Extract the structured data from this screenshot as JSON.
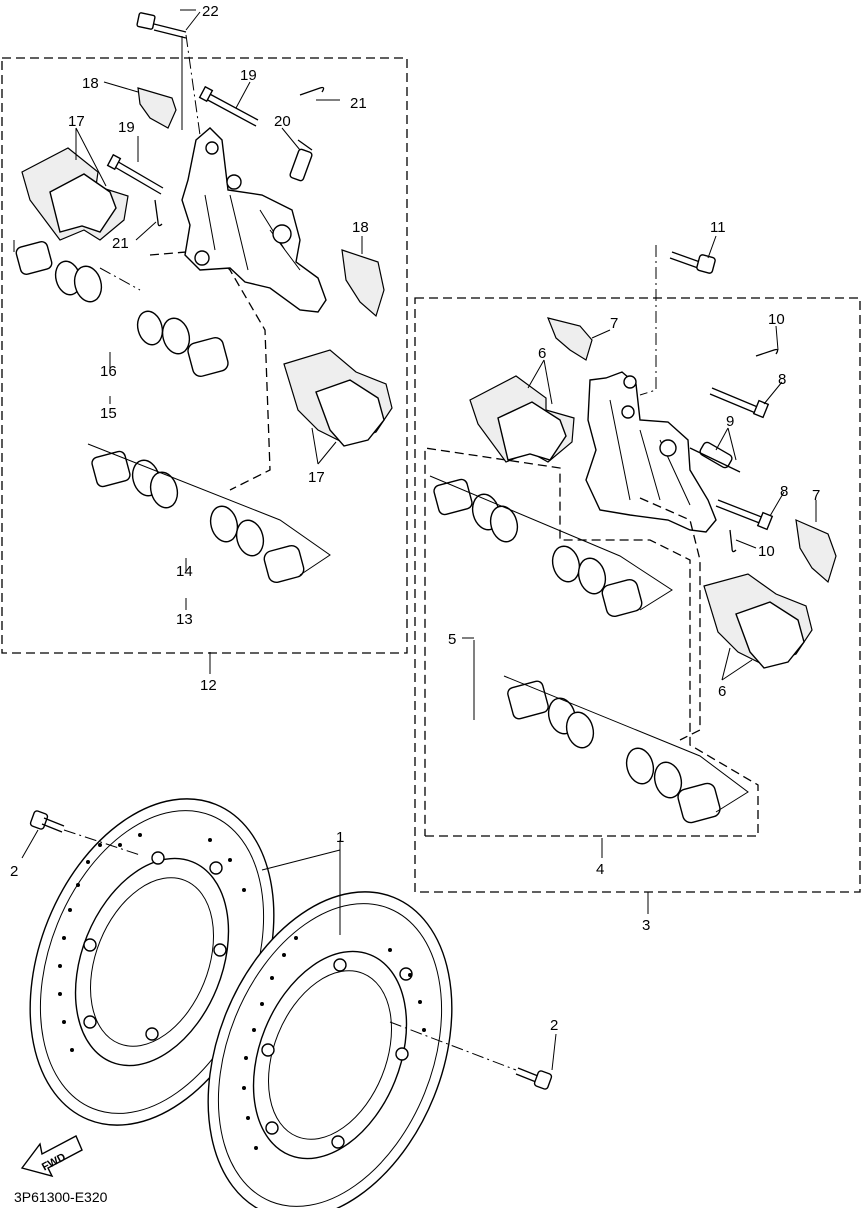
{
  "diagram": {
    "callouts": [
      {
        "id": "c22",
        "text": "22"
      },
      {
        "id": "c19a",
        "text": "19"
      },
      {
        "id": "c21a",
        "text": "21"
      },
      {
        "id": "c18a",
        "text": "18"
      },
      {
        "id": "c17a",
        "text": "17"
      },
      {
        "id": "c19b",
        "text": "19"
      },
      {
        "id": "c20",
        "text": "20"
      },
      {
        "id": "c21b",
        "text": "21"
      },
      {
        "id": "c18b",
        "text": "18"
      },
      {
        "id": "c16",
        "text": "16"
      },
      {
        "id": "c15",
        "text": "15"
      },
      {
        "id": "c17b",
        "text": "17"
      },
      {
        "id": "c14",
        "text": "14"
      },
      {
        "id": "c13",
        "text": "13"
      },
      {
        "id": "c12",
        "text": "12"
      },
      {
        "id": "c11",
        "text": "11"
      },
      {
        "id": "c7a",
        "text": "7"
      },
      {
        "id": "c10a",
        "text": "10"
      },
      {
        "id": "c6a",
        "text": "6"
      },
      {
        "id": "c8a",
        "text": "8"
      },
      {
        "id": "c9",
        "text": "9"
      },
      {
        "id": "c8b",
        "text": "8"
      },
      {
        "id": "c7b",
        "text": "7"
      },
      {
        "id": "c10b",
        "text": "10"
      },
      {
        "id": "c5",
        "text": "5"
      },
      {
        "id": "c6b",
        "text": "6"
      },
      {
        "id": "c4",
        "text": "4"
      },
      {
        "id": "c3",
        "text": "3"
      },
      {
        "id": "c1",
        "text": "1"
      },
      {
        "id": "c2a",
        "text": "2"
      },
      {
        "id": "c2b",
        "text": "2"
      }
    ],
    "fwd_label": "FWD",
    "drawing_code": "3P61300-E320"
  }
}
